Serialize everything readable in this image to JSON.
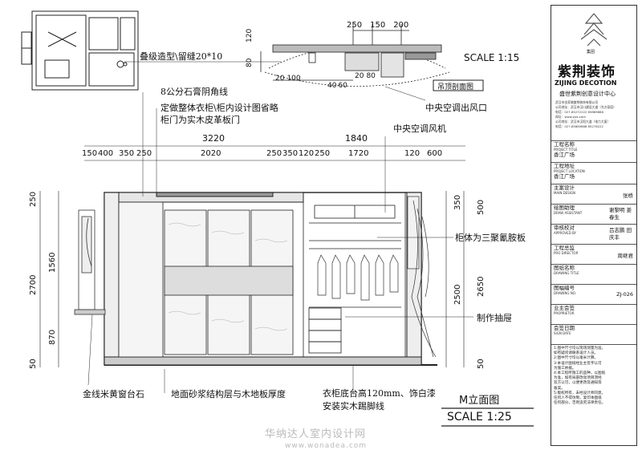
{
  "drawing": {
    "title": "M立面图",
    "scale": "SCALE 1:25",
    "watermark_cn": "华纳达人室内设计网",
    "watermark_url": "www.wonadea.com"
  },
  "section": {
    "title": "吊顶剖面图",
    "scale": "SCALE 1:15",
    "top_dims": [
      "250",
      "150",
      "200"
    ],
    "side_dims": [
      "120",
      "80"
    ],
    "bottom_dims": [
      "20",
      "100",
      "40",
      "60",
      "20",
      "80"
    ],
    "outlet_label": "中央空调出风口"
  },
  "annotations": {
    "ceiling_step": "叠级造型\\留缝20*10",
    "cornice": "8公分石膏阴角线",
    "wardrobe_note_1": "定做整体衣柜\\柜内设计图省略",
    "wardrobe_note_2": "柜门为实木皮革板门",
    "ac_unit": "中央空调风机",
    "cabinet_body": "柜体为三聚氰胺板",
    "drawer": "制作抽屉",
    "window_sill": "金线米黄窗台石",
    "floor": "地面砂浆结构层与木地板厚度",
    "base_1": "衣柜底台高120mm、饰白漆",
    "base_2": "安装实木踢脚线"
  },
  "dims": {
    "top_total": [
      "3220",
      "1840"
    ],
    "top_row": [
      "150",
      "400",
      "350",
      "250",
      "2020",
      "250",
      "350",
      "120",
      "250",
      "1720",
      "120",
      "600"
    ],
    "left_outer": [
      "250",
      "2700",
      "50"
    ],
    "left_inner": [
      "1560",
      "870"
    ],
    "right_outer": [
      "500",
      "2650",
      "50"
    ],
    "right_inner": [
      "350",
      "2500"
    ]
  },
  "company": {
    "logo_sub": "集团",
    "name_cn": "紫荆装饰",
    "name_en": "ZIJING DECOTION",
    "slogan": "盛世紫荆创意设计中心",
    "info": [
      "武汉市金家墩紫荆装饰有限公司",
      "公司地址：武汉市汉口建设大道（东方豪庭）",
      "电话：027-85272222  85889888",
      "网址：www.zjzs.com",
      "公司地址：武汉市汉阳大道（电力大厦）",
      "电话：027-85889888  85278222"
    ]
  },
  "title_block": {
    "rows": [
      {
        "label": "工程名称",
        "sub": "PROJECT TITLE",
        "value": "香江广场",
        "right": ""
      },
      {
        "label": "工程地址",
        "sub": "PROJECT LOCATION",
        "value": "香江广场",
        "right": ""
      },
      {
        "label": "主案设计",
        "sub": "MAIN DESIGN",
        "value": "",
        "right": "张桥"
      },
      {
        "label": "绘图助理",
        "sub": "DRAW ASSISTANT",
        "value": "",
        "right": "谢黎明 姜春生"
      },
      {
        "label": "审核校对",
        "sub": "APPROVED BY",
        "value": "",
        "right": "吕志鹏 田庆丰"
      },
      {
        "label": "工程总监",
        "sub": "PRO DIRECTOR",
        "value": "",
        "right": "周继君"
      },
      {
        "label": "图纸名称",
        "sub": "DRAWING TITLE",
        "value": "",
        "right": ""
      },
      {
        "label": "图幅编号",
        "sub": "DRAWING NO.",
        "value": "",
        "right": "ZJ-026"
      },
      {
        "label": "业主会签",
        "sub": "PROPRIETOR",
        "value": "",
        "right": ""
      },
      {
        "label": "会签日期",
        "sub": "SIGN DATE",
        "value": "",
        "right": ""
      }
    ],
    "notes": [
      "1:图中尺寸均以现场测量为准，",
      "如有疑问请联系设计人员。",
      "2:图中尺寸均以毫米计算。",
      "3:本设计图纸经业主签字认可",
      "为施工依据。",
      "4:本工程所施工的品种，以图纸",
      "为准，如有局部改动项目须经",
      "双方认可，以便更改及通知等",
      "备案。",
      "5:版权所有，未经设计师同意，",
      "任何人不得仿制，复印本图纸",
      "任何部分，否则追究法律责任。"
    ]
  }
}
